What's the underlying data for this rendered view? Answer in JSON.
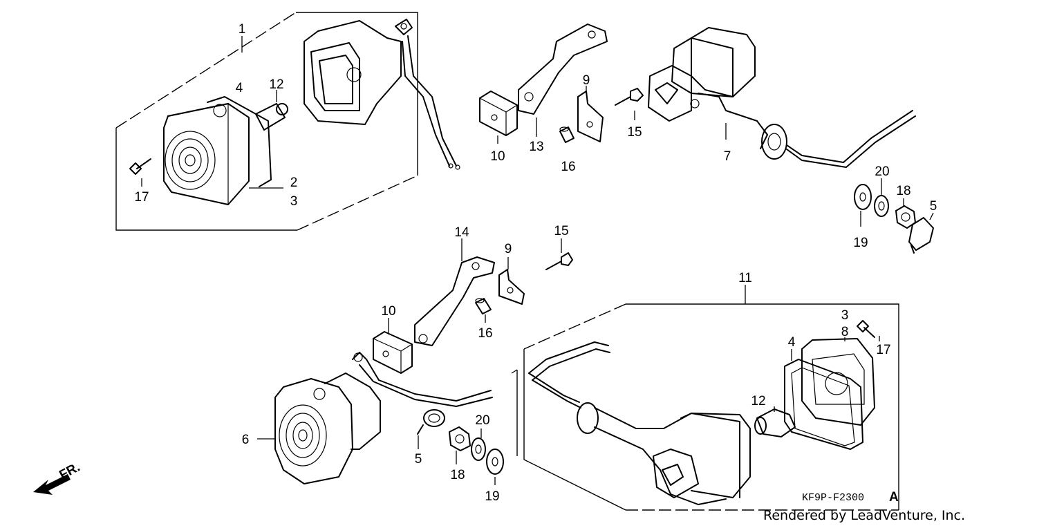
{
  "callouts": {
    "c1": "1",
    "c2": "2",
    "c3a": "3",
    "c4a": "4",
    "c12a": "12",
    "c17a": "17",
    "c10a": "10",
    "c13": "13",
    "c9a": "9",
    "c16a": "16",
    "c15a": "15",
    "c7": "7",
    "c20a": "20",
    "c18a": "18",
    "c5a": "5",
    "c19a": "19",
    "c14": "14",
    "c9b": "9",
    "c15b": "15",
    "c10b": "10",
    "c16b": "16",
    "c11": "11",
    "c3b": "3",
    "c8": "8",
    "c17b": "17",
    "c4b": "4",
    "c12b": "12",
    "c6": "6",
    "c5b": "5",
    "c20b": "20",
    "c18b": "18",
    "c19b": "19"
  },
  "front_label": "FR.",
  "diagram_code": "KF9P-F2300",
  "diagram_suffix": "A",
  "credit": "Rendered by LeadVenture, Inc."
}
